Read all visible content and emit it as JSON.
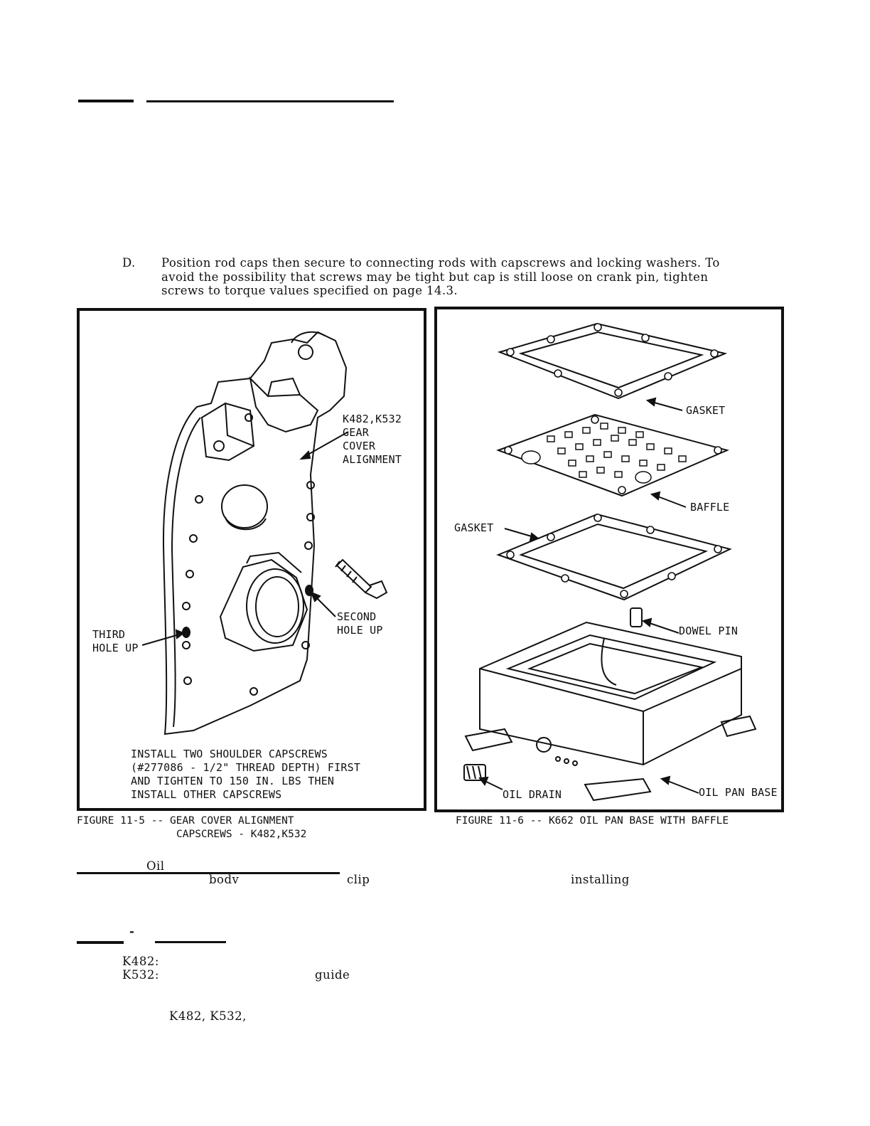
{
  "step_d": {
    "marker": "D.",
    "lines": [
      "Position rod caps then secure to connecting rods with capscrews and locking washers.  To",
      "avoid the possibility that screws may be tight but cap is still loose on crank pin, tighten",
      "screws to torque values specified on page 14.3."
    ]
  },
  "figure_left": {
    "labels": {
      "model": "K482,K532",
      "gear": "GEAR",
      "cover": "COVER",
      "alignment": "ALIGNMENT",
      "second": "SECOND",
      "second_hole": "HOLE UP",
      "third": "THIRD",
      "third_hole": "HOLE UP"
    },
    "note_lines": [
      "INSTALL TWO SHOULDER CAPSCREWS",
      "(#277086 - 1/2\" THREAD DEPTH) FIRST",
      "AND TIGHTEN TO 150 IN. LBS THEN",
      "INSTALL OTHER CAPSCREWS"
    ],
    "caption_line1": "FIGURE 11-5 -- GEAR COVER ALIGNMENT",
    "caption_line2": "CAPSCREWS - K482,K532"
  },
  "figure_right": {
    "labels": {
      "gasket_top": "GASKET",
      "baffle": "BAFFLE",
      "gasket_left": "GASKET",
      "dowel_pin": "DOWEL PIN",
      "oil_drain": "OIL DRAIN",
      "oil_pan_base": "OIL PAN BASE"
    },
    "caption": "FIGURE 11-6 -- K662 OIL PAN BASE WITH BAFFLE"
  },
  "fragments": {
    "oil": "Oil",
    "body": "bodv",
    "clip": "clip",
    "installing": "installing",
    "dash": "-",
    "k482": "K482:",
    "k532": "K532:",
    "guide": "guide",
    "models": "K482,  K532,"
  }
}
